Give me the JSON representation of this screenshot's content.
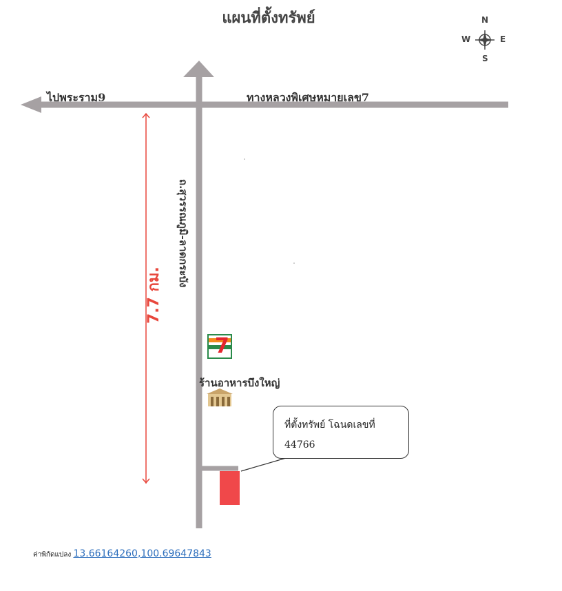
{
  "title": "แผนที่ตั้งทรัพย์",
  "compass": {
    "north": "N",
    "south": "S",
    "east": "E",
    "west": "W"
  },
  "roads": {
    "to_rama9": "ไปพระราม9",
    "highway7": "ทางหลวงพิเศษหมายเลข7",
    "vertical_road": "ถ.สุวรรณภูมิ-ลาดกระบัง"
  },
  "distance": "7.7 กม.",
  "landmarks": {
    "seven_eleven_icon": "7-eleven-logo-icon",
    "restaurant_name": "ร้านอาหารบึงใหญ่",
    "restaurant_icon": "restaurant-building-icon"
  },
  "callout": {
    "line1": "ที่ตั้งทรัพย์ โฉนดเลขที่",
    "line2": "44766"
  },
  "coordinates": {
    "label": "ค่าพิกัดแปลง",
    "value": "13.66164260,100.69647843"
  },
  "colors": {
    "road": "#a6a1a3",
    "distance_arrow": "#e8473c",
    "property": "#f0484a",
    "link": "#2e6fbd"
  }
}
